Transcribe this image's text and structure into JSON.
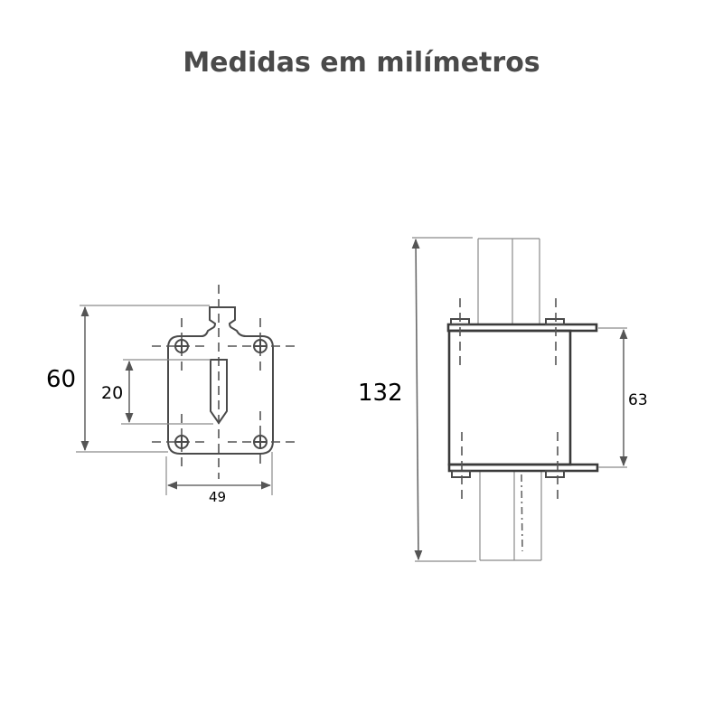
{
  "title": "Medidas em milímetros",
  "front_view": {
    "dimensions": {
      "height": "60",
      "slot_height": "20",
      "width": "49"
    }
  },
  "side_view": {
    "dimensions": {
      "overall_length": "132",
      "body_height": "63"
    }
  },
  "colors": {
    "title": "#4a4a4a",
    "line": "#4a4a4a",
    "background": "#ffffff"
  }
}
